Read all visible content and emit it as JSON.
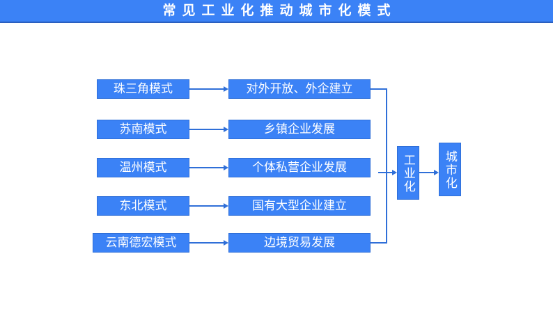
{
  "title": {
    "text": "常见工业化推动城市化模式"
  },
  "colors": {
    "header_bg": "#3b82f6",
    "header_border": "#2a5fc0",
    "node_fill": "#3b82f6",
    "node_border": "#2f6fd8",
    "node_text": "#ffffff",
    "connector": "#2f6fd8",
    "page_bg": "#ffffff"
  },
  "diagram": {
    "models": [
      {
        "label": "珠三角模式"
      },
      {
        "label": "苏南模式"
      },
      {
        "label": "温州模式"
      },
      {
        "label": "东北模式"
      },
      {
        "label": "云南德宏模式"
      }
    ],
    "drivers": [
      {
        "label": "对外开放、外企建立"
      },
      {
        "label": "乡镇企业发展"
      },
      {
        "label": "个体私营企业发展"
      },
      {
        "label": "国有大型企业建立"
      },
      {
        "label": "边境贸易发展"
      }
    ],
    "outcomes": [
      {
        "label": "工业化"
      },
      {
        "label": "城市化"
      }
    ]
  }
}
